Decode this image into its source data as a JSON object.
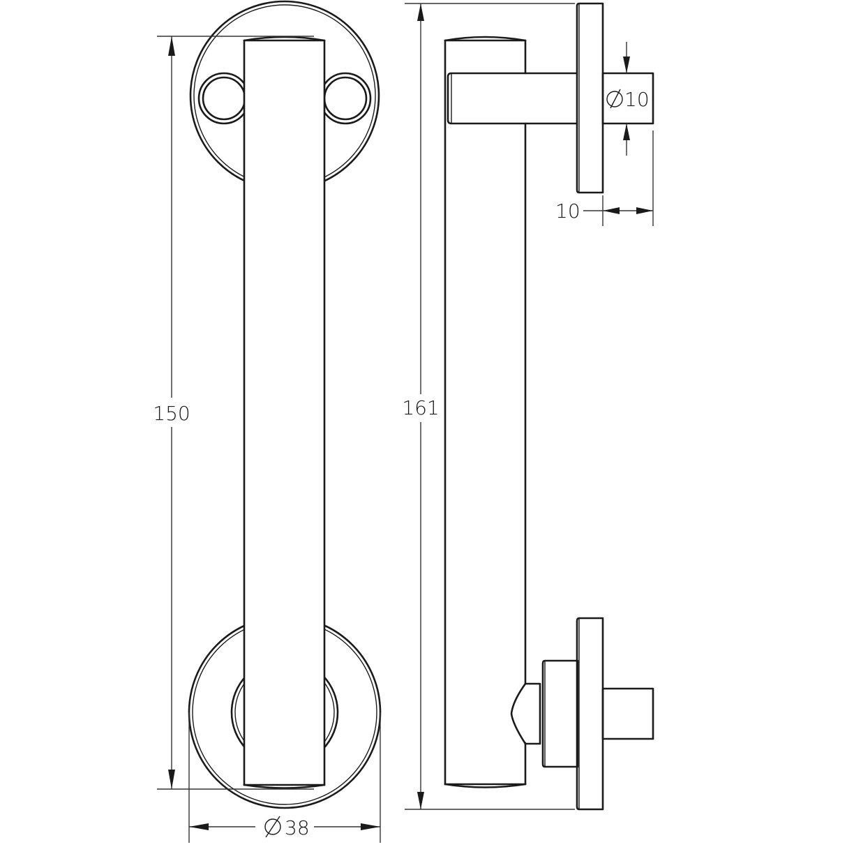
{
  "drawing": {
    "type": "technical-drawing",
    "subject": "pull handle with round roses",
    "views": [
      {
        "name": "front-view",
        "description": "Handle bar in front of two round roses, top rose shows two screw holes"
      },
      {
        "name": "side-view",
        "description": "Handle bar with upper straight spigot and lower stepped fixing, both through backplates"
      }
    ],
    "dimensions": {
      "overall_length_front": {
        "value": "150",
        "label": "150"
      },
      "overall_length_side": {
        "value": "161",
        "label": "161"
      },
      "rose_diameter": {
        "symbol": "∅",
        "value": "38",
        "label": "38"
      },
      "spigot_diameter": {
        "symbol": "∅",
        "value": "10",
        "label": "10"
      },
      "spigot_projection": {
        "value": "10",
        "label": "10"
      }
    },
    "line_color": "#1a1a1a",
    "background_color": "#ffffff"
  }
}
